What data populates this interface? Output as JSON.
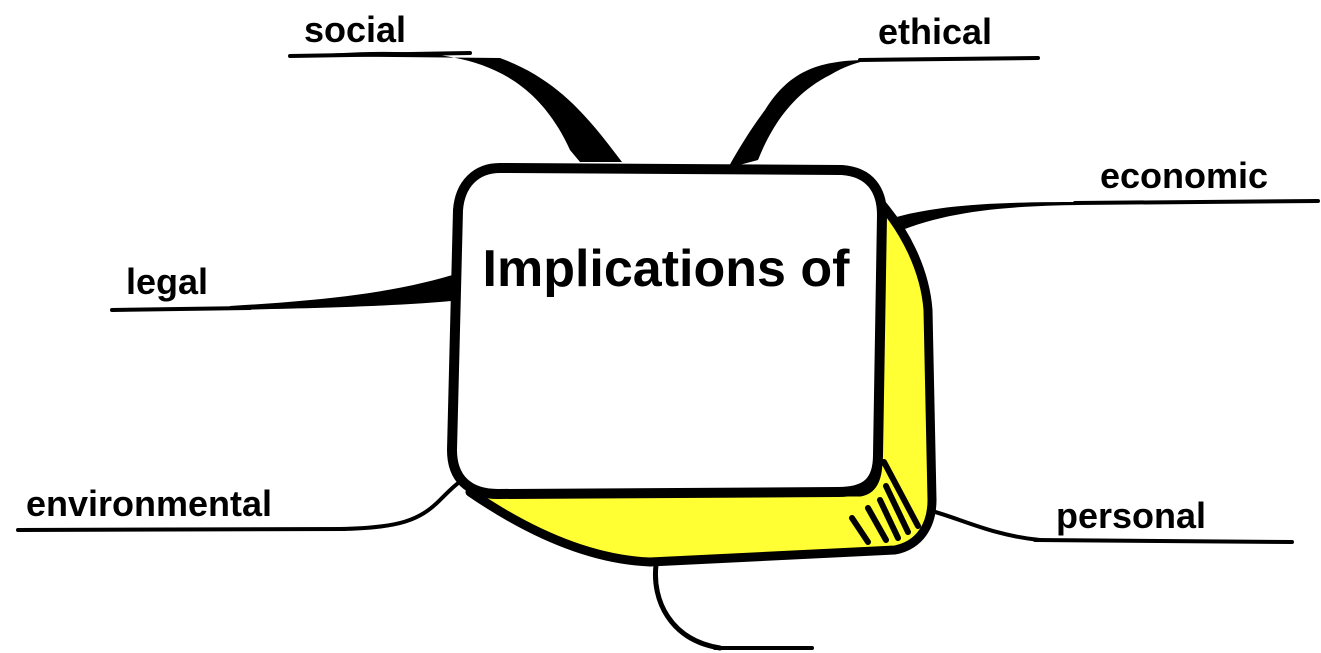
{
  "center": {
    "title": "Implications of",
    "body_text": ""
  },
  "branches": [
    {
      "id": "social",
      "label": "social"
    },
    {
      "id": "ethical",
      "label": "ethical"
    },
    {
      "id": "economic",
      "label": "economic"
    },
    {
      "id": "legal",
      "label": "legal"
    },
    {
      "id": "environmental",
      "label": "environmental"
    },
    {
      "id": "personal",
      "label": "personal"
    },
    {
      "id": "bottom",
      "label": ""
    }
  ],
  "colors": {
    "box_fill": "#ffffff",
    "box_side": "#ffff33",
    "outline": "#000000"
  }
}
